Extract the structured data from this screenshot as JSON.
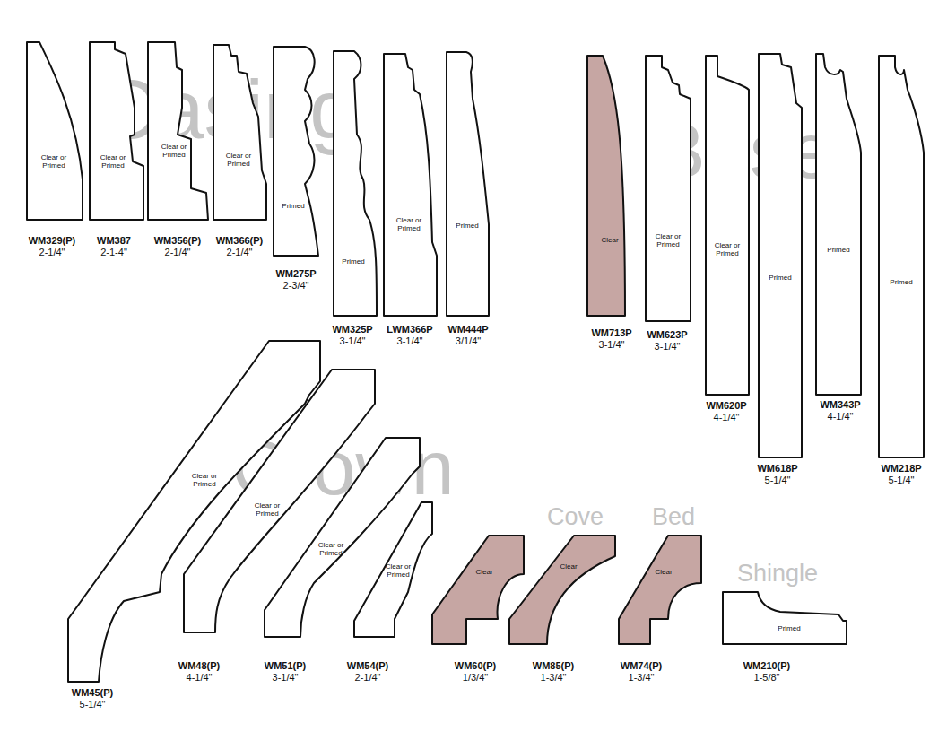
{
  "diagram": {
    "nodes": [
      {
        "text": [
          "Clear or Primed",
          "WM329(P)",
          "2-1/4\""
        ]
      },
      {
        "text": [
          "Clear or Primed",
          "WM387",
          "2-1-4\""
        ]
      },
      {
        "text": [
          "Clear or Primed",
          "WM356(P)",
          "2-1/4\""
        ]
      },
      {
        "text": [
          "Clear or Primed",
          "WM366(P)",
          "2-1/4\""
        ]
      },
      {
        "text": [
          "Primed",
          "WM275P",
          "2-3/4\""
        ]
      },
      {
        "text": [
          "Primed",
          "WM325P",
          "3-1/4\""
        ]
      },
      {
        "text": [
          "Clear or Primed",
          "LWM366P",
          "3-1/4\""
        ]
      },
      {
        "text": [
          "Primed",
          "WM444P",
          "3/1/4\""
        ]
      },
      {
        "text": [
          "Clear",
          "WM713P",
          "3-1/4\""
        ]
      },
      {
        "text": [
          "Clear or Primed",
          "WM623P",
          "3-1/4\""
        ]
      },
      {
        "text": [
          "Clear or Primed",
          "WM620P",
          "4-1/4\""
        ]
      },
      {
        "text": [
          "Primed",
          "WM618P",
          "5-1/4\""
        ]
      },
      {
        "text": [
          "Primed",
          "WM343P",
          "4-1/4\""
        ]
      },
      {
        "text": [
          "Primed",
          "WM218P",
          "5-1/4\""
        ]
      },
      {
        "text": [
          "Clear or Primed",
          "WM45(P)",
          "5-1/4\""
        ]
      },
      {
        "text": [
          "Clear or Primed",
          "WM48(P)",
          "4-1/4\""
        ]
      },
      {
        "text": [
          "Clear or Primed",
          "WM51(P)",
          "3-1/4\""
        ]
      },
      {
        "text": [
          "Clear or Primed",
          "WM54(P)",
          "2-1/4\""
        ]
      },
      {
        "text": [
          "Clear",
          "WM60(P)",
          "1/3/4\""
        ]
      },
      {
        "text": [
          "Clear",
          "WM85(P)",
          "1-3/4\""
        ]
      },
      {
        "text": [
          "Clear",
          "WM74(P)",
          "1-3/4\""
        ]
      },
      {
        "text": [
          "Primed",
          "WM210(P)",
          "1-5/8\""
        ]
      }
    ],
    "labels": [
      "Casing",
      "Base",
      "Crown",
      "Cove",
      "Bed",
      "Shingle"
    ]
  }
}
